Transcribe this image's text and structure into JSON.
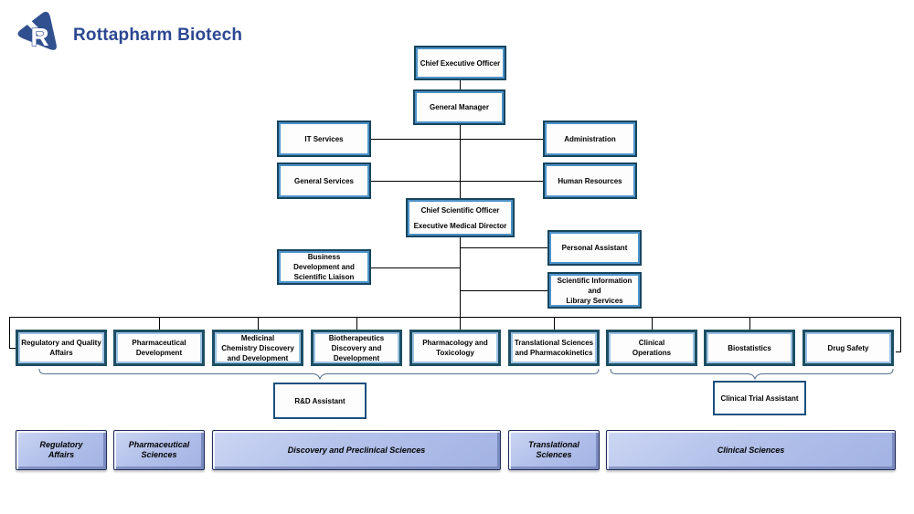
{
  "header": {
    "title": "Rottapharm Biotech"
  },
  "colors": {
    "logo_navy": "#31508f",
    "title_blue": "#2c4792",
    "exec_box_border": "#16455e",
    "exec_box_inner_line": "#4f93c8",
    "dept_box_border": "#1d4e63",
    "dept_box_inner_line": "#9cc3e5",
    "assistant_box_border": "#1a4f7d",
    "division_fill": "#b3c1ea",
    "connector_line": "#000000",
    "bracket_line": "#55708e"
  },
  "org_chart": {
    "executive": {
      "ceo": "Chief Executive Officer",
      "general_manager": "General Manager",
      "it_services": "IT Services",
      "administration": "Administration",
      "general_services": "General Services",
      "human_resources": "Human Resources",
      "chief_scientific_officer": "Chief Scientific Officer\nExecutive Medical Director",
      "personal_assistant": "Personal Assistant",
      "scientific_information": "Scientific Information\nand\nLibrary Services",
      "business_development": "Business\nDevelopment and\nScientific Liaison"
    },
    "departments": [
      "Regulatory and Quality\nAffairs",
      "Pharmaceutical\nDevelopment",
      "Medicinal\nChemistry Discovery\nand Development",
      "Biotherapeutics\nDiscovery and\nDevelopment",
      "Pharmacology and\nToxicology",
      "Translational Sciences\nand Pharmacokinetics",
      "Clinical\nOperations",
      "Biostatistics",
      "Drug Safety"
    ],
    "assistants": {
      "rd": "R&D Assistant",
      "clinical_trial": "Clinical Trial Assistant"
    },
    "divisions": [
      "Regulatory\nAffairs",
      "Pharmaceutical\nSciences",
      "Discovery and Preclinical Sciences",
      "Translational\nSciences",
      "Clinical Sciences"
    ]
  }
}
